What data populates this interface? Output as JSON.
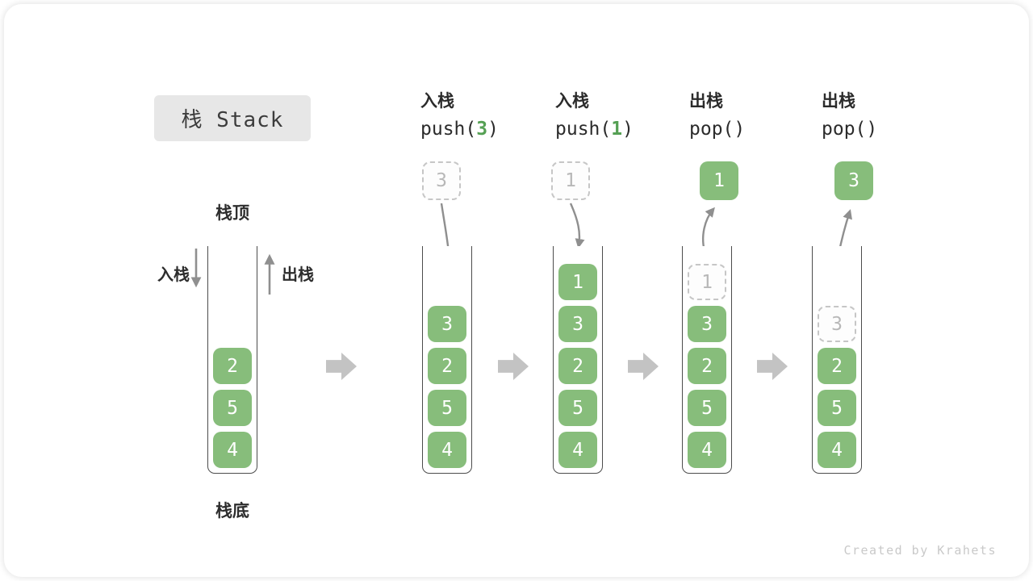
{
  "title": "栈 Stack",
  "legend": {
    "stack_top": "栈顶",
    "stack_bottom": "栈底",
    "push_label": "入栈",
    "pop_label": "出栈"
  },
  "initial_stack": [
    "2",
    "5",
    "4"
  ],
  "columns": [
    {
      "op_label": "入栈",
      "code_pre": "push(",
      "code_arg": "3",
      "code_post": ")",
      "floating_value": "3",
      "cells": [
        "3",
        "2",
        "5",
        "4"
      ]
    },
    {
      "op_label": "入栈",
      "code_pre": "push(",
      "code_arg": "1",
      "code_post": ")",
      "floating_value": "1",
      "cells": [
        "1",
        "3",
        "2",
        "5",
        "4"
      ]
    },
    {
      "op_label": "出栈",
      "code_pre": "pop(",
      "code_arg": "",
      "code_post": ")",
      "floating_value": "1",
      "popped_ghost": "1",
      "cells": [
        "3",
        "2",
        "5",
        "4"
      ]
    },
    {
      "op_label": "出栈",
      "code_pre": "pop(",
      "code_arg": "",
      "code_post": ")",
      "floating_value": "3",
      "popped_ghost": "3",
      "cells": [
        "2",
        "5",
        "4"
      ]
    }
  ],
  "watermark": "Created by Krahets",
  "colors": {
    "cell_green": "#87bd7b",
    "code_arg_green": "#55a054",
    "curved_arrow_gray": "#8f8f8f",
    "block_arrow_gray": "#c3c3c3",
    "ghost_border_gray": "#c6c6c6",
    "title_bg": "#e7e7e7",
    "text_dark": "#2d2d2d"
  }
}
